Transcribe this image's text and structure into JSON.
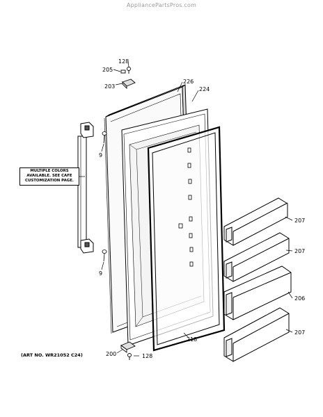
{
  "watermark": "AppliancePartsPros.com",
  "callout": {
    "line1": "MULTIPLE COLORS",
    "line2": "AVAILABLE. SEE CAFE",
    "line3": "CUSTOMIZATION PAGE."
  },
  "art_number": "(ART NO. WR21052 C24)",
  "part_labels": {
    "p128_top": "128",
    "p205": "205",
    "p203": "203",
    "p226": "226",
    "p224": "224",
    "p9_upper": "9",
    "p9_lower": "9",
    "p207_a": "207",
    "p207_b": "207",
    "p206": "206",
    "p207_c": "207",
    "p218": "218",
    "p200": "200",
    "p128_bottom": "128"
  }
}
